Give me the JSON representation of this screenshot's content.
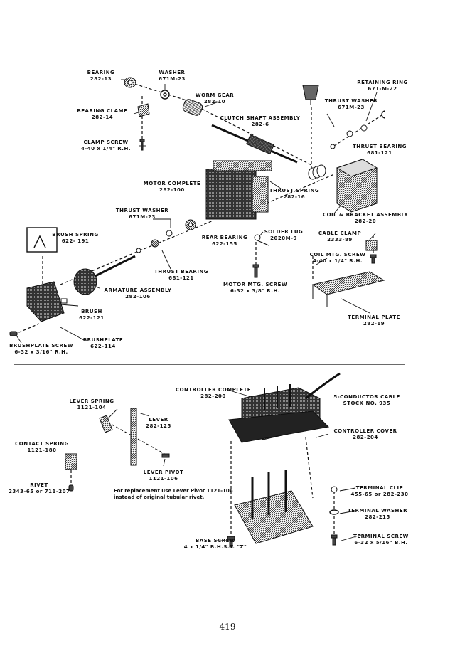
{
  "parts": {
    "bearing": {
      "name": "BEARING",
      "num": "282-13"
    },
    "washer": {
      "name": "WASHER",
      "num": "671M-23"
    },
    "bearing_clamp": {
      "name": "BEARING CLAMP",
      "num": "282-14"
    },
    "worm_gear": {
      "name": "WORM GEAR",
      "num": "282-10"
    },
    "retaining_ring": {
      "name": "RETAINING RING",
      "num": "671-M-22"
    },
    "thrust_washer_top": {
      "name": "THRUST WASHER",
      "num": "671M-23"
    },
    "clutch_shaft": {
      "name": "CLUTCH SHAFT ASSEMBLY",
      "num": "282-6"
    },
    "clamp_screw": {
      "name": "CLAMP SCREW",
      "num": "4-40 x 1/4\" R.H."
    },
    "thrust_bearing_top": {
      "name": "THRUST BEARING",
      "num": "681-121"
    },
    "motor_complete": {
      "name": "MOTOR COMPLETE",
      "num": "282-100"
    },
    "thrust_spring": {
      "name": "THRUST SPRING",
      "num": "282-16"
    },
    "thrust_washer_mid": {
      "name": "THRUST WASHER",
      "num": "671M-23"
    },
    "coil_bracket": {
      "name": "COIL & BRACKET ASSEMBLY",
      "num": "282-20"
    },
    "brush_spring": {
      "name": "BRUSH SPRING",
      "num": "622- 191"
    },
    "solder_lug": {
      "name": "SOLDER LUG",
      "num": "2020M-9"
    },
    "cable_clamp": {
      "name": "CABLE CLAMP",
      "num": "2333-89"
    },
    "rear_bearing": {
      "name": "REAR BEARING",
      "num": "622-155"
    },
    "coil_screw": {
      "name": "COIL MTG. SCREW",
      "num": "4-40 x 1/4\" R.H."
    },
    "thrust_bearing_mid": {
      "name": "THRUST BEARING",
      "num": "681-121"
    },
    "armature": {
      "name": "ARMATURE ASSEMBLY",
      "num": "282-106"
    },
    "motor_screw": {
      "name": "MOTOR MTG. SCREW",
      "num": "6-32 x 3/8\" R.H."
    },
    "brush": {
      "name": "BRUSH",
      "num": "622-121"
    },
    "terminal_plate": {
      "name": "TERMINAL PLATE",
      "num": "282-19"
    },
    "brushplate": {
      "name": "BRUSHPLATE",
      "num": "622-114"
    },
    "brushplate_screw": {
      "name": "BRUSHPLATE SCREW",
      "num": "6-32 x 3/16\" R.H."
    },
    "controller_complete": {
      "name": "CONTROLLER COMPLETE",
      "num": "282-200"
    },
    "cable": {
      "name": "5-CONDUCTOR CABLE",
      "num": "STOCK NO. 935"
    },
    "lever_spring": {
      "name": "LEVER SPRING",
      "num": "1121-104"
    },
    "lever": {
      "name": "LEVER",
      "num": "282-125"
    },
    "controller_cover": {
      "name": "CONTROLLER COVER",
      "num": "282-204"
    },
    "contact_spring": {
      "name": "CONTACT SPRING",
      "num": "1121-180"
    },
    "lever_pivot": {
      "name": "LEVER PIVOT",
      "num": "1121-106"
    },
    "rivet": {
      "name": "RIVET",
      "num": "2343-65 or 711-207"
    },
    "terminal_clip": {
      "name": "TERMINAL CLIP",
      "num": "455-65 or 282-230"
    },
    "terminal_washer": {
      "name": "TERMINAL WASHER",
      "num": "282-215"
    },
    "base_screw": {
      "name": "BASE SCREW",
      "num": "4 x 1/4\" B.H.S.T. \"Z\""
    },
    "terminal_screw": {
      "name": "TERMINAL SCREW",
      "num": "6-32 x 5/16\" B.H."
    }
  },
  "note": {
    "line1": "For replacement use Lever Pivot 1121-106",
    "line2": "instead of original tubular rivet."
  },
  "page_number": "419"
}
